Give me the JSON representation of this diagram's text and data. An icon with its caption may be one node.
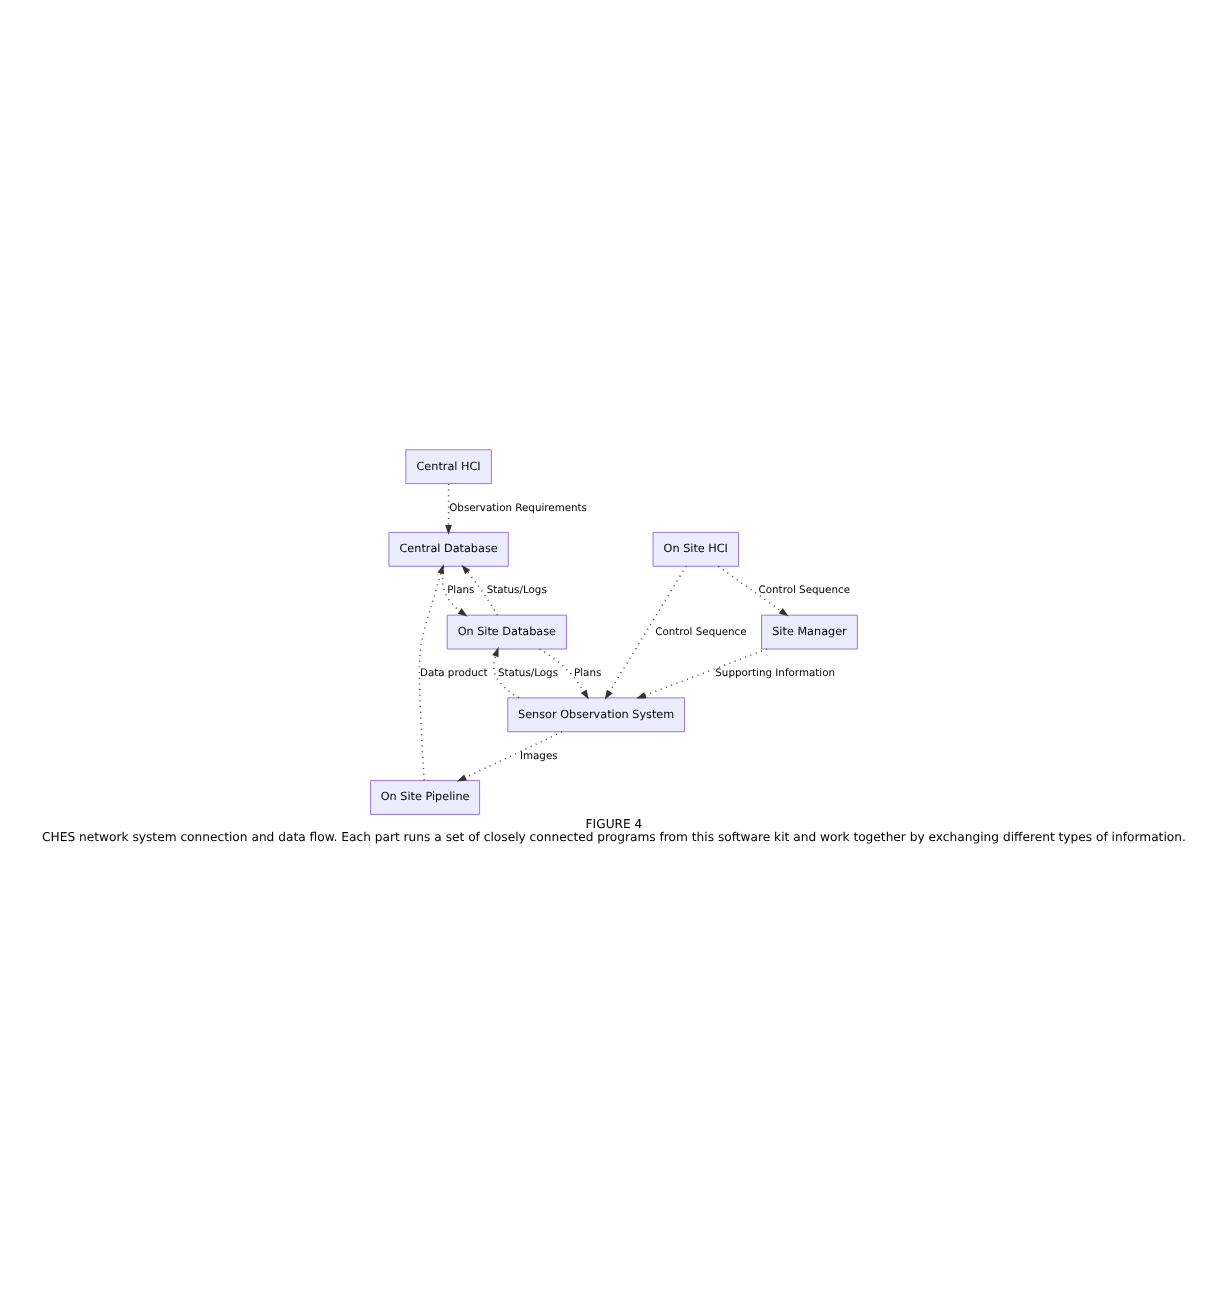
{
  "diagram": {
    "title": "FIGURE 4",
    "caption": "CHES network system connection and data flow. Each part runs a set of closely connected programs from this software kit and work together by exchanging different types of information.",
    "nodes": [
      {
        "text": [
          "Central HCI"
        ]
      },
      {
        "text": [
          "Central Database"
        ]
      },
      {
        "text": [
          "On Site HCI"
        ]
      },
      {
        "text": [
          "Site Manager"
        ]
      },
      {
        "text": [
          "On Site Database"
        ]
      },
      {
        "text": [
          "Sensor Observation System"
        ]
      },
      {
        "text": [
          "On Site Pipeline"
        ]
      }
    ],
    "edges": [
      {
        "from": 0,
        "to": 1,
        "arrow": "to",
        "label": "Observation Requirements"
      },
      {
        "from": 2,
        "to": 3,
        "arrow": "to",
        "label": "Control Sequence"
      },
      {
        "from": 2,
        "to": 5,
        "arrow": "to",
        "label": "Control Sequence"
      },
      {
        "from": 1,
        "to": 4,
        "arrow": "to",
        "label": "Plans"
      },
      {
        "from": 4,
        "to": 1,
        "arrow": "to",
        "label": "Status/Logs"
      },
      {
        "from": 3,
        "to": 5,
        "arrow": "to",
        "label": "Supporting Information"
      },
      {
        "from": 4,
        "to": 5,
        "arrow": "to",
        "label": "Plans"
      },
      {
        "from": 5,
        "to": 4,
        "arrow": "to",
        "label": "Status/Logs"
      },
      {
        "from": 5,
        "to": 6,
        "arrow": "to",
        "label": "Images"
      },
      {
        "from": 6,
        "to": 1,
        "arrow": "to",
        "label": "Data product"
      }
    ]
  }
}
